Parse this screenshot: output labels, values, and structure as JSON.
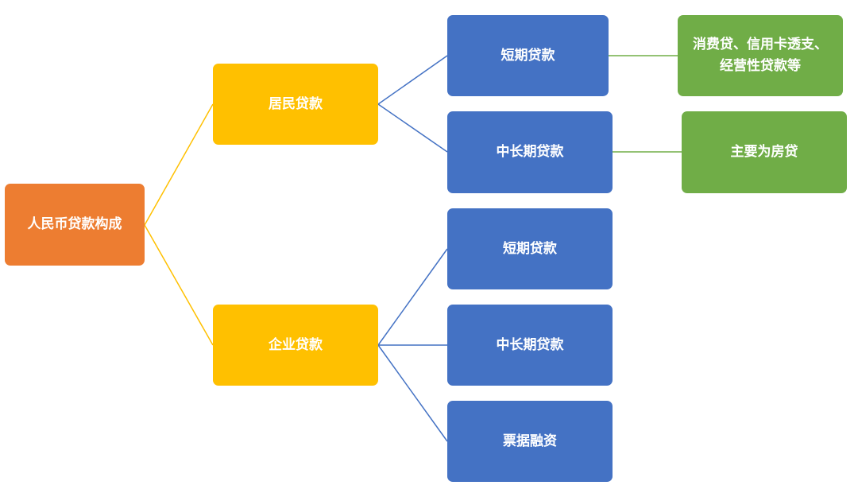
{
  "diagram": {
    "root": {
      "label": "人民币贷款构成"
    },
    "resident": {
      "label": "居民贷款",
      "short": {
        "label": "短期贷款",
        "note": "消费贷、信用卡透支、\n经营性贷款等"
      },
      "long": {
        "label": "中长期贷款",
        "note": "主要为房贷"
      }
    },
    "enterprise": {
      "label": "企业贷款",
      "short": {
        "label": "短期贷款"
      },
      "long": {
        "label": "中长期贷款"
      },
      "bill": {
        "label": "票据融资"
      }
    }
  },
  "colors": {
    "root": "#ED7D31",
    "level1": "#FFC000",
    "level2": "#4472C4",
    "level3": "#70AD47",
    "line_yellow": "#FFC000",
    "line_blue": "#4472C4",
    "line_green": "#70AD47"
  }
}
